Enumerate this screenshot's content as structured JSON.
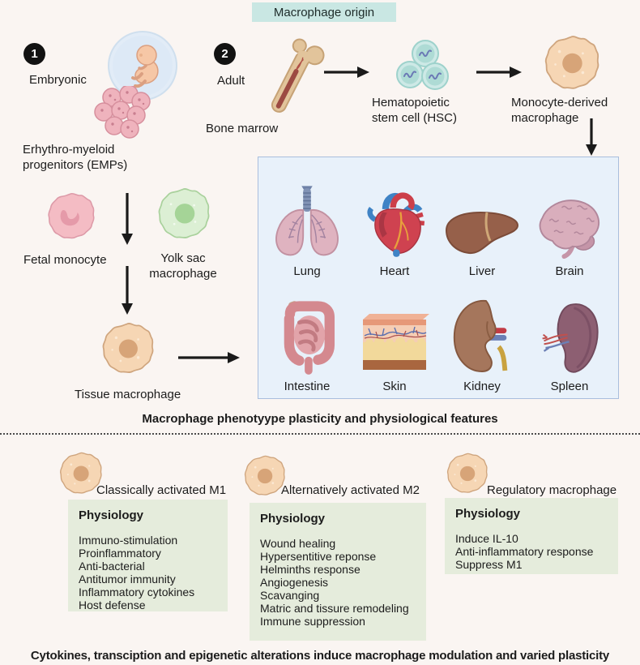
{
  "title": "Macrophage origin",
  "pathways": {
    "embryonic": {
      "step": "1",
      "label": "Embryonic",
      "emps": "Erhythro-myeloid\nprogenitors (EMPs)",
      "fetal_monocyte": "Fetal monocyte",
      "yolk_sac": "Yolk sac\nmacrophage",
      "tissue_macrophage": "Tissue macrophage"
    },
    "adult": {
      "step": "2",
      "label": "Adult",
      "bone_marrow": "Bone marrow",
      "hsc": "Hematopoietic\nstem cell (HSC)",
      "monocyte_derived": "Monocyte-derived\nmacrophage"
    }
  },
  "organ_panel": {
    "organs": [
      "Lung",
      "Heart",
      "Liver",
      "Brain",
      "Intestine",
      "Skin",
      "Kidney",
      "Spleen"
    ]
  },
  "captions": {
    "panel": "Macrophage phenotyype plasticity and physiological features",
    "bottom": "Cytokines, transciption and epigenetic alterations induce macrophage modulation and varied plasticity"
  },
  "phenotypes": [
    {
      "name": "Classically activated M1",
      "heading": "Physiology",
      "items": [
        "Immuno-stimulation",
        "Proinflammatory",
        "Anti-bacterial",
        "Antitumor immunity",
        "Inflammatory cytokines",
        "Host defense"
      ]
    },
    {
      "name": "Alternatively activated M2",
      "heading": "Physiology",
      "items": [
        "Wound healing",
        "Hypersentitive reponse",
        "Helminths response",
        "Angiogenesis",
        "Scavanging",
        "Matric and tissure remodeling",
        "Immune suppression"
      ]
    },
    {
      "name": "Regulatory macrophage",
      "heading": "Physiology",
      "items": [
        "Induce IL-10",
        "Anti-inflammatory response",
        "Suppress M1"
      ]
    }
  ],
  "colors": {
    "background": "#faf5f2",
    "title_box": "#c9e7e3",
    "organ_panel_bg": "#e8f1fa",
    "organ_panel_border": "#a9bedd",
    "physiology_box": "#e5ecdc",
    "arrow": "#1a1a1a"
  }
}
